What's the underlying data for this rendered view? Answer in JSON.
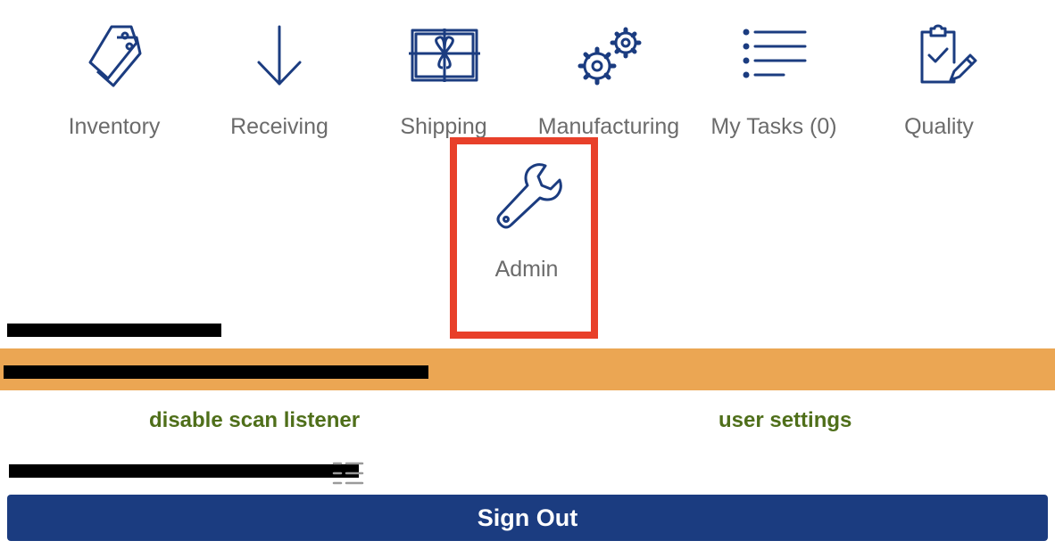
{
  "menu": {
    "inventory": {
      "label": "Inventory",
      "icon": "tags-icon"
    },
    "receiving": {
      "label": "Receiving",
      "icon": "arrow-down-icon"
    },
    "shipping": {
      "label": "Shipping",
      "icon": "gift-box-icon"
    },
    "manufacturing": {
      "label": "Manufacturing",
      "icon": "gears-icon"
    },
    "my_tasks": {
      "label": "My Tasks (0)",
      "icon": "list-icon"
    },
    "quality": {
      "label": "Quality",
      "icon": "clipboard-check-icon"
    },
    "admin": {
      "label": "Admin",
      "icon": "wrench-icon"
    }
  },
  "links": {
    "disable_scan": "disable scan listener",
    "user_settings": "user settings"
  },
  "sign_out": "Sign Out",
  "colors": {
    "icon_blue": "#1b3c80",
    "highlight_red": "#e8402a",
    "instance_bar": "#eba653",
    "link_green": "#4f6f1a",
    "button_blue": "#1b3c80"
  }
}
